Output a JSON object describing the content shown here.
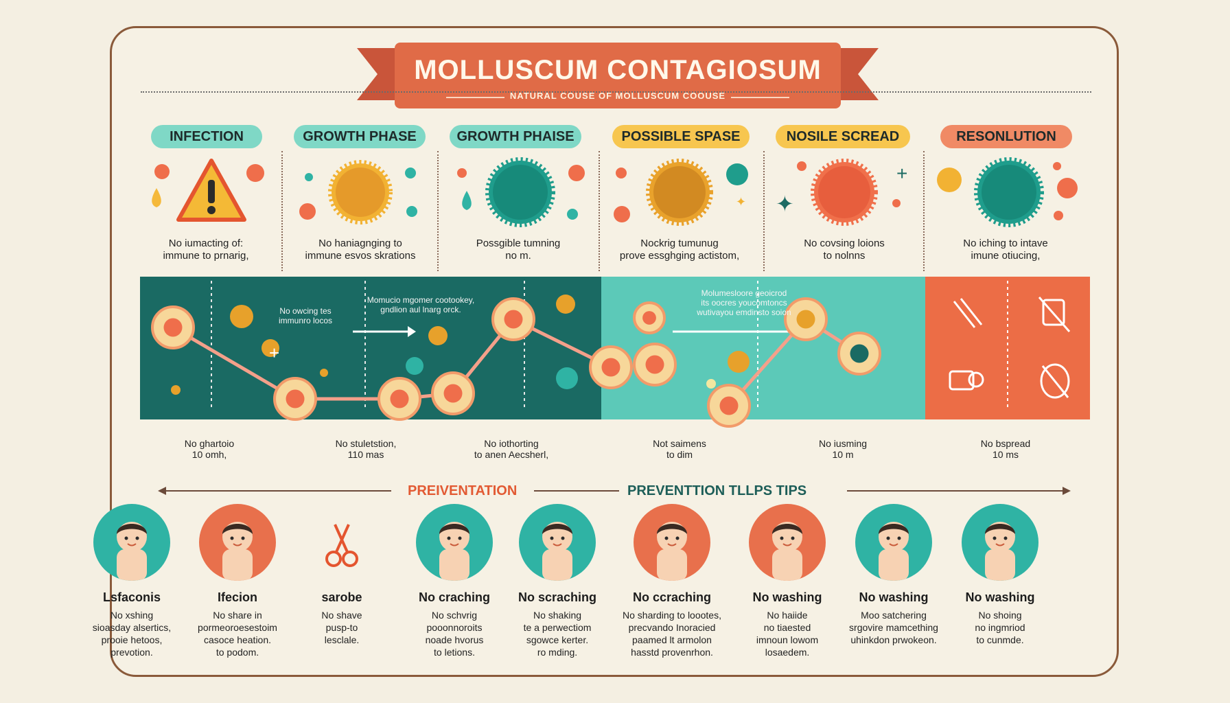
{
  "header": {
    "title": "MOLLUSCUM CONTAGIOSUM",
    "subtitle": "NATURAL COUSE OF MOLLUSCUM COOUSE"
  },
  "phases": [
    {
      "label": "INFECTION",
      "desc1": "No iumacting of:",
      "desc2": "immune to prnarig,",
      "color": "teal"
    },
    {
      "label": "GROWTH PHASE",
      "desc1": "No haniagnging to",
      "desc2": "immune esvos skrations",
      "color": "teal"
    },
    {
      "label": "GROWTH PHAISE",
      "desc1": "Possgible tumning",
      "desc2": "no m.",
      "color": "teal"
    },
    {
      "label": "POSSIBLE SPASE",
      "desc1": "Nockrig tumunug",
      "desc2": "prove essghging actistom,",
      "color": "yellow"
    },
    {
      "label": "NOSILE SCREAD",
      "desc1": "No covsing loions",
      "desc2": "to nolnns",
      "color": "yellow"
    },
    {
      "label": "RESONLUTION",
      "desc1": "No iching to intave",
      "desc2": "imune otiucing,",
      "color": "orange"
    }
  ],
  "band_notes": [
    {
      "l1": "No owcing tes",
      "l2": "immunro locos"
    },
    {
      "l1": "Momucio mgomer cootookey,",
      "l2": "gndlion aul lnarg orck."
    },
    {
      "l1": "Molumesloore geoicrod",
      "l2": "its oocres youcomtoncs",
      "l3": "wutivayou emdinsto soion"
    }
  ],
  "timeline_labels": [
    {
      "l1": "No ghartoio",
      "l2": "10 omh,"
    },
    {
      "l1": "No stuletstion,",
      "l2": "110 mas"
    },
    {
      "l1": "No iothorting",
      "l2": "to anen Aecsherl,"
    },
    {
      "l1": "Not saimens",
      "l2": "to dim"
    },
    {
      "l1": "No iusming",
      "l2": "10 m"
    },
    {
      "l1": "No bspread",
      "l2": "10 ms"
    }
  ],
  "prevention": {
    "left_title": "PREIVENTATION",
    "right_title": "PREVENTTION TLLPS TIPS"
  },
  "tips": [
    {
      "label": "Lsfaconis",
      "l1": "No xshing",
      "l2": "sioasday alsertics,",
      "l3": "prooie hetoos,",
      "l4": "prevotion.",
      "color": "#2fb3a4"
    },
    {
      "label": "Ifecion",
      "l1": "No share in",
      "l2": "pormeoroesestoim",
      "l3": "casoce heation.",
      "l4": "to podom.",
      "color": "#e8704c"
    },
    {
      "label": "sarobe",
      "l1": "No shave",
      "l2": "pusp-to",
      "l3": "lesclale.",
      "l4": "",
      "color": "none"
    },
    {
      "label": "No craching",
      "l1": "No schvrig",
      "l2": "pooonnoroits",
      "l3": "noade hvorus",
      "l4": "to letions.",
      "color": "#2fb3a4"
    },
    {
      "label": "No scraching",
      "l1": "No shaking",
      "l2": "te a perwectiom",
      "l3": "sgowce kerter.",
      "l4": "ro mding.",
      "color": "#2fb3a4"
    },
    {
      "label": "No ccraching",
      "l1": "No sharding to loootes,",
      "l2": "precvando Inoracied",
      "l3": "paamed lt armolon",
      "l4": "hasstd provenrhon.",
      "color": "#e8704c"
    },
    {
      "label": "No washing",
      "l1": "No haiide",
      "l2": "no tiaested",
      "l3": "imnoun lowom",
      "l4": "losaedem.",
      "color": "#e8704c"
    },
    {
      "label": "No washing",
      "l1": "Moo satchering",
      "l2": "srgovire mamcething",
      "l3": "uhinkdon prwokeon.",
      "l4": "",
      "color": "#2fb3a4"
    },
    {
      "label": "No washing",
      "l1": "No shoing",
      "l2": "no ingmriod",
      "l3": "to cunmde.",
      "l4": "",
      "color": "#2fb3a4"
    }
  ]
}
